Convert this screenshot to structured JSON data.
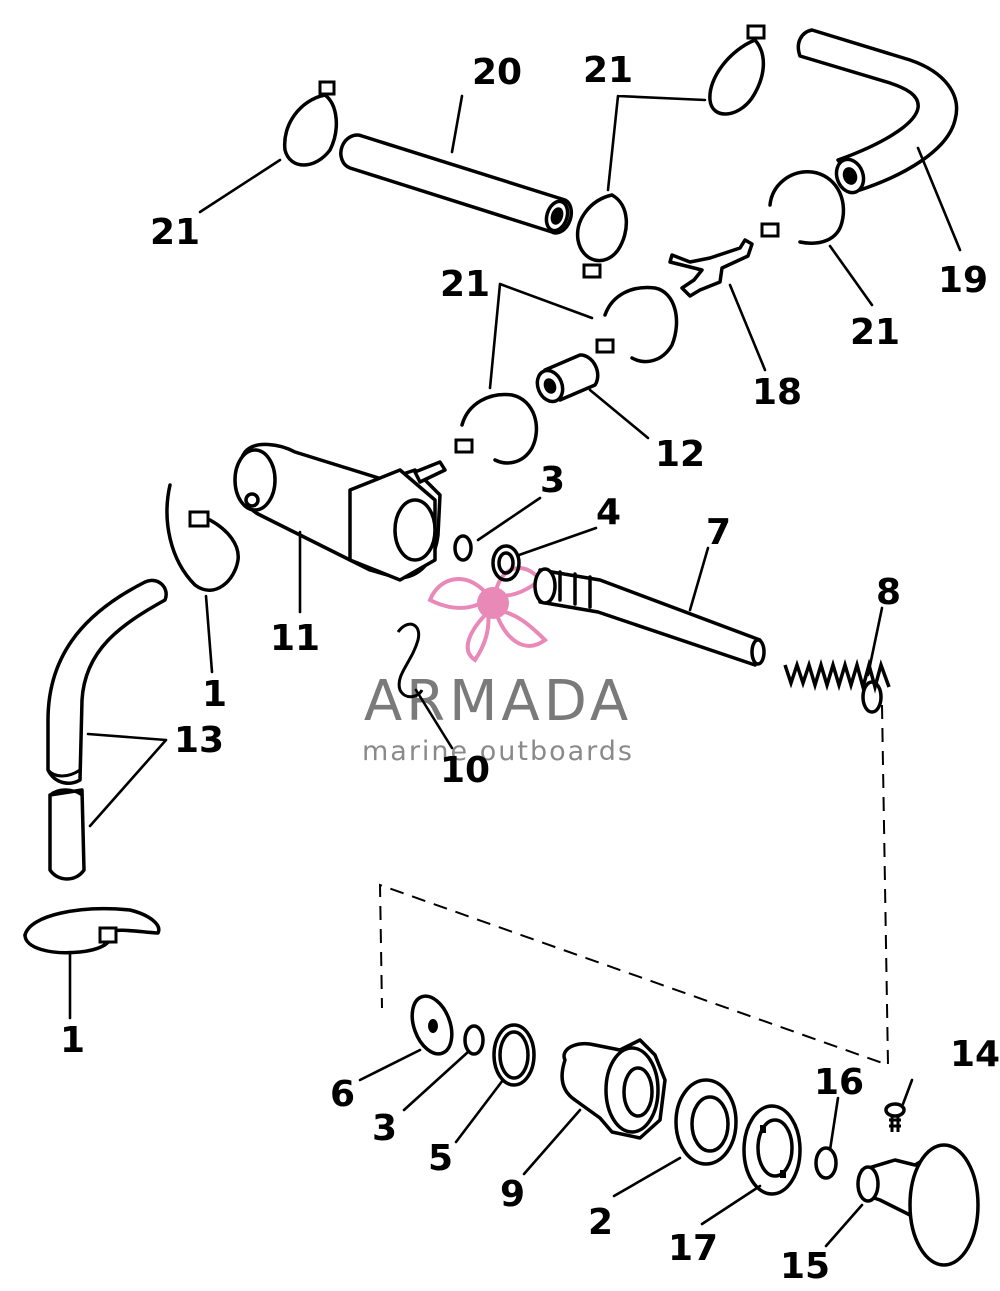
{
  "watermark": {
    "title": "ARMADA",
    "subtitle": "marine outboards",
    "logo_color": "#e889b8",
    "text_color": "#7a7a7a"
  },
  "callouts": [
    {
      "id": "c20",
      "text": "20"
    },
    {
      "id": "c21a",
      "text": "21"
    },
    {
      "id": "c21b",
      "text": "21"
    },
    {
      "id": "c21c",
      "text": "21"
    },
    {
      "id": "c21d",
      "text": "21"
    },
    {
      "id": "c21e",
      "text": "21"
    },
    {
      "id": "c19",
      "text": "19"
    },
    {
      "id": "c18",
      "text": "18"
    },
    {
      "id": "c12",
      "text": "12"
    },
    {
      "id": "c3a",
      "text": "3"
    },
    {
      "id": "c4",
      "text": "4"
    },
    {
      "id": "c7",
      "text": "7"
    },
    {
      "id": "c8",
      "text": "8"
    },
    {
      "id": "c11",
      "text": "11"
    },
    {
      "id": "c1a",
      "text": "1"
    },
    {
      "id": "c13",
      "text": "13"
    },
    {
      "id": "c10",
      "text": "10"
    },
    {
      "id": "c1b",
      "text": "1"
    },
    {
      "id": "c6",
      "text": "6"
    },
    {
      "id": "c3b",
      "text": "3"
    },
    {
      "id": "c5",
      "text": "5"
    },
    {
      "id": "c9",
      "text": "9"
    },
    {
      "id": "c2",
      "text": "2"
    },
    {
      "id": "c17",
      "text": "17"
    },
    {
      "id": "c16",
      "text": "16"
    },
    {
      "id": "c14",
      "text": "14"
    },
    {
      "id": "c15",
      "text": "15"
    }
  ]
}
